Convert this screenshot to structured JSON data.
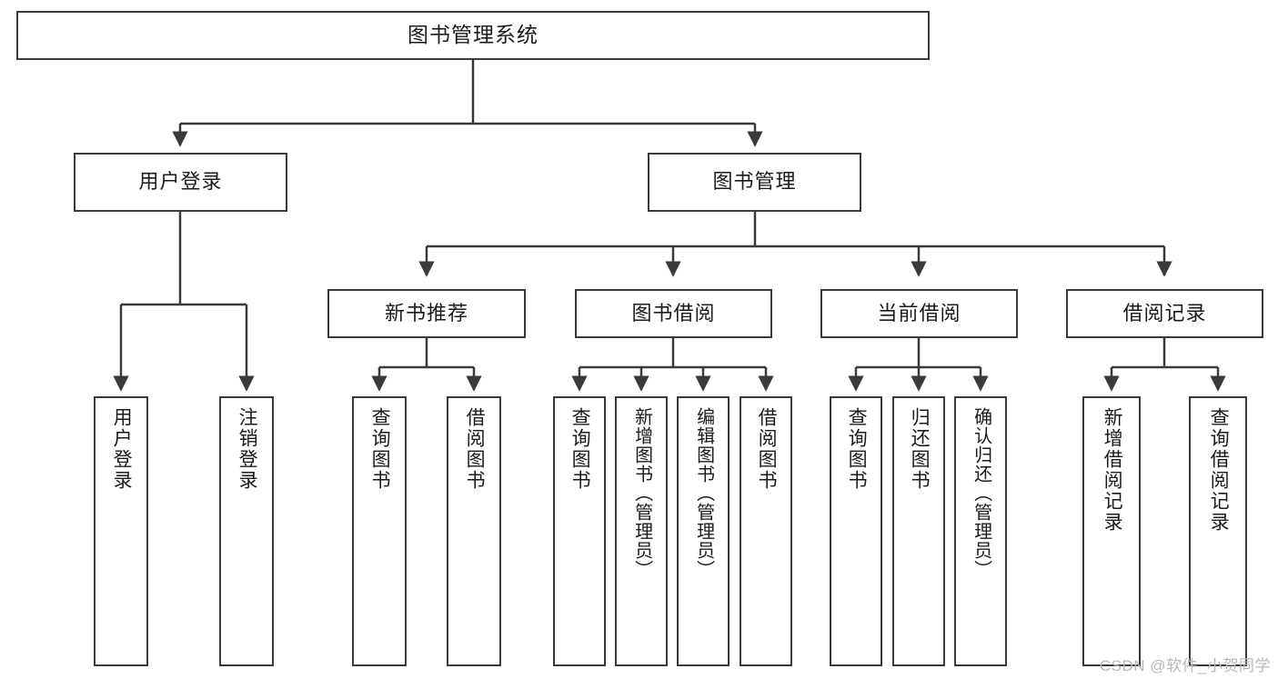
{
  "diagram": {
    "title": "图书管理系统",
    "type": "hierarchy-tree",
    "watermark": "CSDN @软件_小贺同学",
    "colors": {
      "stroke": "#3a3a3a",
      "text": "#1b1b1b",
      "background": "#ffffff",
      "watermark": "#b9b9b9"
    },
    "levels": {
      "root": {
        "label": "图书管理系统"
      },
      "modules": [
        {
          "label": "用户登录"
        },
        {
          "label": "图书管理"
        }
      ],
      "submodules": [
        {
          "label": "新书推荐"
        },
        {
          "label": "图书借阅"
        },
        {
          "label": "当前借阅"
        },
        {
          "label": "借阅记录"
        }
      ],
      "leaves": [
        {
          "label": "用户登录"
        },
        {
          "label": "注销登录"
        },
        {
          "label": "查询图书"
        },
        {
          "label": "借阅图书"
        },
        {
          "label": "查询图书"
        },
        {
          "label": "新增图书（管理员）"
        },
        {
          "label": "编辑图书（管理员）"
        },
        {
          "label": "借阅图书"
        },
        {
          "label": "查询图书"
        },
        {
          "label": "归还图书"
        },
        {
          "label": "确认归还（管理员）"
        },
        {
          "label": "新增借阅记录"
        },
        {
          "label": "查询借阅记录"
        }
      ]
    }
  }
}
